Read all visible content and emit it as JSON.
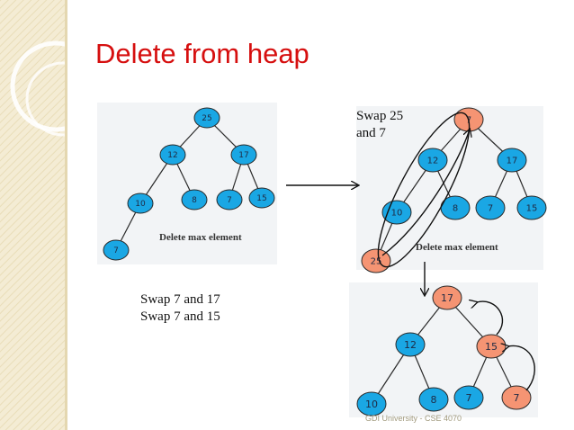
{
  "slide": {
    "title": "Delete from heap",
    "footer": "GDI University - CSE 4070",
    "accent_color": "#d60f0f",
    "sidebar_color": "#f4ecd4"
  },
  "notes": {
    "swap_25_7": "Swap 25\nand 7",
    "swap_chain": "Swap 7 and 17\nSwap 7 and 15"
  },
  "panels": {
    "initial": {
      "caption": "Delete max element"
    },
    "swapped": {
      "caption": "Delete max element"
    }
  },
  "node_colors": {
    "normal": "#1aa7e4",
    "highlight": "#f59473"
  },
  "trees": [
    {
      "nodes": [
        {
          "id": "a0",
          "label": "25",
          "color": "normal"
        },
        {
          "id": "a1",
          "label": "12",
          "color": "normal"
        },
        {
          "id": "a2",
          "label": "17",
          "color": "normal"
        },
        {
          "id": "a3",
          "label": "10",
          "color": "normal"
        },
        {
          "id": "a4",
          "label": "8",
          "color": "normal"
        },
        {
          "id": "a5",
          "label": "7",
          "color": "normal"
        },
        {
          "id": "a6",
          "label": "15",
          "color": "normal"
        },
        {
          "id": "a7",
          "label": "7",
          "color": "normal"
        }
      ],
      "edges": [
        [
          "a0",
          "a1"
        ],
        [
          "a0",
          "a2"
        ],
        [
          "a1",
          "a3"
        ],
        [
          "a1",
          "a4"
        ],
        [
          "a2",
          "a5"
        ],
        [
          "a2",
          "a6"
        ],
        [
          "a3",
          "a7"
        ]
      ]
    },
    {
      "nodes": [
        {
          "id": "b0",
          "label": "7",
          "color": "highlight"
        },
        {
          "id": "b1",
          "label": "12",
          "color": "normal"
        },
        {
          "id": "b2",
          "label": "17",
          "color": "normal"
        },
        {
          "id": "b3",
          "label": "10",
          "color": "normal"
        },
        {
          "id": "b4",
          "label": "8",
          "color": "normal"
        },
        {
          "id": "b5",
          "label": "7",
          "color": "normal"
        },
        {
          "id": "b6",
          "label": "15",
          "color": "normal"
        },
        {
          "id": "b7",
          "label": "25",
          "color": "highlight"
        }
      ],
      "edges": [
        [
          "b0",
          "b1"
        ],
        [
          "b0",
          "b2"
        ],
        [
          "b1",
          "b3"
        ],
        [
          "b1",
          "b4"
        ],
        [
          "b2",
          "b5"
        ],
        [
          "b2",
          "b6"
        ],
        [
          "b3",
          "b7"
        ]
      ]
    },
    {
      "nodes": [
        {
          "id": "c0",
          "label": "17",
          "color": "highlight"
        },
        {
          "id": "c1",
          "label": "12",
          "color": "normal"
        },
        {
          "id": "c2",
          "label": "15",
          "color": "highlight"
        },
        {
          "id": "c3",
          "label": "10",
          "color": "normal"
        },
        {
          "id": "c4",
          "label": "8",
          "color": "normal"
        },
        {
          "id": "c5",
          "label": "7",
          "color": "normal"
        },
        {
          "id": "c6",
          "label": "7",
          "color": "highlight"
        }
      ],
      "edges": [
        [
          "c0",
          "c1"
        ],
        [
          "c0",
          "c2"
        ],
        [
          "c1",
          "c3"
        ],
        [
          "c1",
          "c4"
        ],
        [
          "c2",
          "c5"
        ],
        [
          "c2",
          "c6"
        ]
      ]
    }
  ]
}
